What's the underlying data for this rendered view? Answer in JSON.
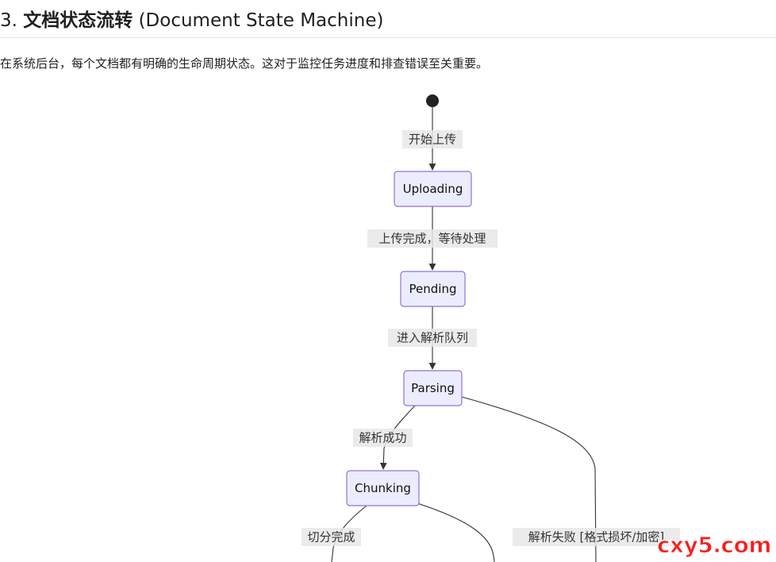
{
  "section": {
    "number": "3.",
    "title_cn": "文档状态流转",
    "title_en": "(Document State Machine)"
  },
  "intro": "在系统后台，每个文档都有明确的生命周期状态。这对于监控任务进度和排查错误至关重要。",
  "diagram": {
    "states": {
      "uploading": "Uploading",
      "pending": "Pending",
      "parsing": "Parsing",
      "chunking": "Chunking"
    },
    "transitions": {
      "start_upload": "开始上传",
      "upload_done": "上传完成，等待处理",
      "enter_queue": "进入解析队列",
      "parse_success": "解析成功",
      "chunk_done": "切分完成",
      "parse_fail": "解析失败 [格式损坏/加密]"
    }
  },
  "watermark": "cxy5.com",
  "colors": {
    "node_fill": "#ececff",
    "node_border": "#9370db",
    "edge": "#333333",
    "watermark": "#ff1a1a"
  }
}
